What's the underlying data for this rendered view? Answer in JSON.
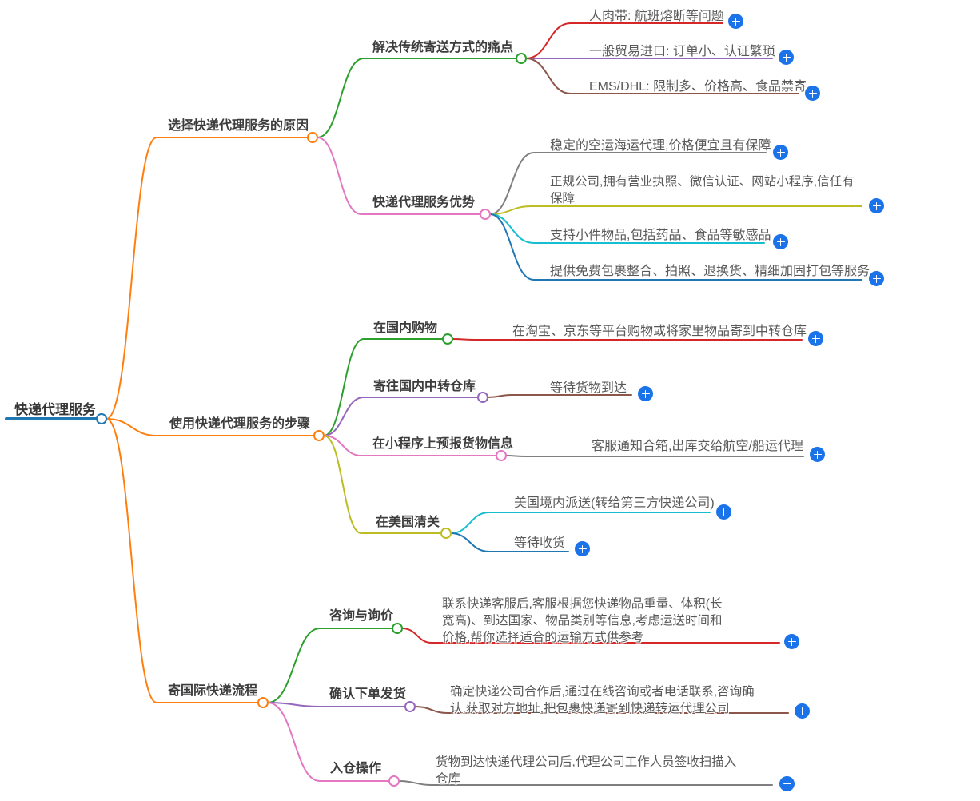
{
  "palette": {
    "blue": "#1f77b4",
    "orange": "#ff7f0e",
    "green": "#2ca02c",
    "red": "#d62728",
    "purple": "#9467bd",
    "brown": "#8c564b",
    "pink": "#e377c2",
    "gray": "#7f7f7f",
    "olive": "#bcbd22",
    "cyan": "#17becf",
    "plus": "#1a73e8"
  },
  "mindmap": {
    "root": {
      "label": "快递代理服务"
    },
    "branches": [
      {
        "label": "选择快递代理服务的原因",
        "children": [
          {
            "label": "解决传统寄送方式的痛点",
            "children": [
              {
                "label": "人肉带: 航班熔断等问题"
              },
              {
                "label": "一般贸易进口: 订单小、认证繁琐"
              },
              {
                "label": "EMS/DHL: 限制多、价格高、食品禁寄"
              }
            ]
          },
          {
            "label": "快递代理服务优势",
            "children": [
              {
                "label": "稳定的空运海运代理,价格便宜且有保障"
              },
              {
                "label": "正规公司,拥有营业执照、微信认证、网站小程序,信任有保障"
              },
              {
                "label": "支持小件物品,包括药品、食品等敏感品"
              },
              {
                "label": "提供免费包裹整合、拍照、退换货、精细加固打包等服务"
              }
            ]
          }
        ]
      },
      {
        "label": "使用快递代理服务的步骤",
        "children": [
          {
            "label": "在国内购物",
            "children": [
              {
                "label": "在淘宝、京东等平台购物或将家里物品寄到中转仓库"
              }
            ]
          },
          {
            "label": "寄往国内中转仓库",
            "children": [
              {
                "label": "等待货物到达"
              }
            ]
          },
          {
            "label": "在小程序上预报货物信息",
            "children": [
              {
                "label": "客服通知合箱,出库交给航空/船运代理"
              }
            ]
          },
          {
            "label": "在美国清关",
            "children": [
              {
                "label": "美国境内派送(转给第三方快递公司)"
              },
              {
                "label": "等待收货"
              }
            ]
          }
        ]
      },
      {
        "label": "寄国际快递流程",
        "children": [
          {
            "label": "咨询与询价",
            "children": [
              {
                "label": "联系快递客服后,客服根据您快递物品重量、体积(长宽高)、到达国家、物品类别等信息,考虑运送时间和价格,帮你选择适合的运输方式供参考"
              }
            ]
          },
          {
            "label": "确认下单发货",
            "children": [
              {
                "label": "确定快递公司合作后,通过在线咨询或者电话联系,咨询确认,获取对方地址,把包裹快递寄到快递转运代理公司"
              }
            ]
          },
          {
            "label": "入仓操作",
            "children": [
              {
                "label": "货物到达快递代理公司后,代理公司工作人员签收扫描入仓库"
              }
            ]
          }
        ]
      }
    ]
  }
}
